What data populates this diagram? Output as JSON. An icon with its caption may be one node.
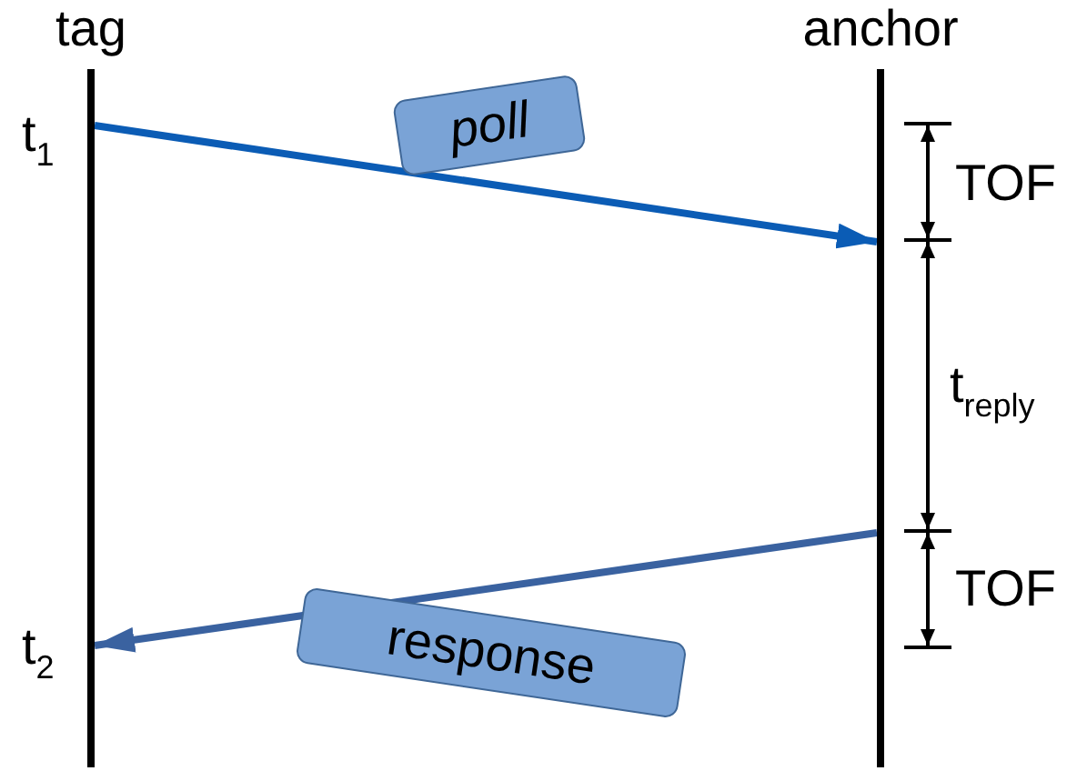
{
  "diagram": {
    "nodes": [
      {
        "text": [
          "tag"
        ]
      },
      {
        "text": [
          "anchor"
        ]
      }
    ],
    "edges": [
      {
        "from": 0,
        "to": 1,
        "arrow": "to",
        "label": "poll",
        "color": "#0b5cb5"
      },
      {
        "from": 1,
        "to": 0,
        "arrow": "to",
        "label": "response",
        "color": "#3a62a0"
      }
    ],
    "labels": [
      "t$_{1}$",
      "TOF",
      "t$_{reply}$",
      "TOF",
      "t$_{2}$"
    ]
  }
}
